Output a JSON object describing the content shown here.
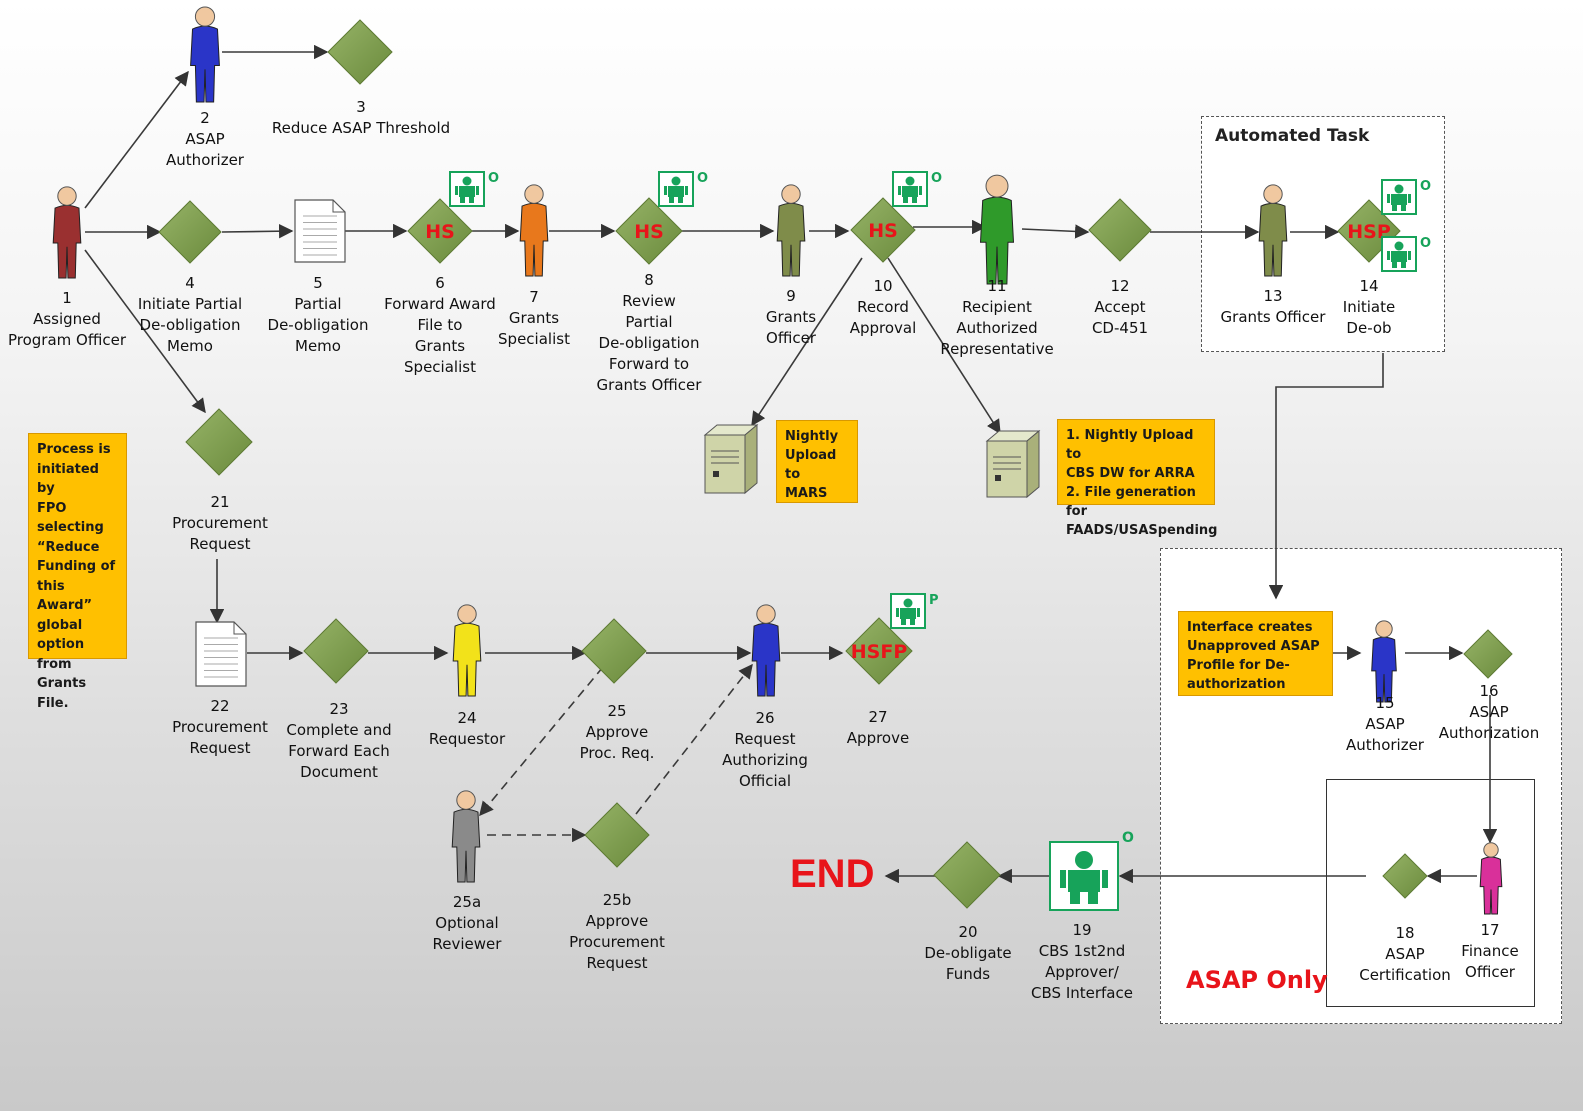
{
  "nodes": {
    "n1": {
      "num": "1",
      "lines": [
        "Assigned",
        "Program Officer"
      ]
    },
    "n2": {
      "num": "2",
      "lines": [
        "ASAP",
        "Authorizer"
      ]
    },
    "n3": {
      "num": "3",
      "lines": [
        "Reduce ASAP Threshold"
      ]
    },
    "n4": {
      "num": "4",
      "lines": [
        "Initiate Partial",
        "De-obligation",
        "Memo"
      ]
    },
    "n5": {
      "num": "5",
      "lines": [
        "Partial",
        "De-obligation",
        "Memo"
      ]
    },
    "n6": {
      "num": "6",
      "lines": [
        "Forward Award",
        "File to",
        "Grants",
        "Specialist"
      ],
      "tag": "HS",
      "badge": "O"
    },
    "n7": {
      "num": "7",
      "lines": [
        "Grants",
        "Specialist"
      ]
    },
    "n8": {
      "num": "8",
      "lines": [
        "Review",
        "Partial",
        "De-obligation",
        "Forward to",
        "Grants Officer"
      ],
      "tag": "HS",
      "badge": "O"
    },
    "n9": {
      "num": "9",
      "lines": [
        "Grants",
        "Officer"
      ]
    },
    "n10": {
      "num": "10",
      "lines": [
        "Record",
        "Approval"
      ],
      "tag": "HS",
      "badge": "O"
    },
    "n11": {
      "num": "11",
      "lines": [
        "Recipient",
        "Authorized",
        "Representative"
      ]
    },
    "n12": {
      "num": "12",
      "lines": [
        "Accept",
        "CD-451"
      ]
    },
    "n13": {
      "num": "13",
      "lines": [
        "Grants Officer"
      ]
    },
    "n14": {
      "num": "14",
      "lines": [
        "Initiate",
        "De-ob"
      ],
      "tag": "HSP",
      "badge": "O",
      "badge2": "O"
    },
    "n15": {
      "num": "15",
      "lines": [
        "ASAP",
        "Authorizer"
      ]
    },
    "n16": {
      "num": "16",
      "lines": [
        "ASAP",
        "Authorization"
      ]
    },
    "n17": {
      "num": "17",
      "lines": [
        "Finance",
        "Officer"
      ]
    },
    "n18": {
      "num": "18",
      "lines": [
        "ASAP",
        "Certification"
      ]
    },
    "n19": {
      "num": "19",
      "lines": [
        "CBS 1st2nd",
        "Approver/",
        "CBS Interface"
      ],
      "badge": "O"
    },
    "n20": {
      "num": "20",
      "lines": [
        "De-obligate",
        "Funds"
      ]
    },
    "n21": {
      "num": "21",
      "lines": [
        "Procurement",
        "Request"
      ]
    },
    "n22": {
      "num": "22",
      "lines": [
        "Procurement",
        "Request"
      ]
    },
    "n23": {
      "num": "23",
      "lines": [
        "Complete and",
        "Forward Each",
        "Document"
      ]
    },
    "n24": {
      "num": "24",
      "lines": [
        "Requestor"
      ]
    },
    "n25": {
      "num": "25",
      "lines": [
        "Approve",
        "Proc. Req."
      ]
    },
    "n25a": {
      "num": "25a",
      "lines": [
        "Optional",
        "Reviewer"
      ]
    },
    "n25b": {
      "num": "25b",
      "lines": [
        "Approve",
        "Procurement",
        "Request"
      ]
    },
    "n26": {
      "num": "26",
      "lines": [
        "Request",
        "Authorizing",
        "Official"
      ]
    },
    "n27": {
      "num": "27",
      "lines": [
        "Approve"
      ],
      "tag": "HSFP",
      "badge": "P"
    }
  },
  "notes": {
    "process": [
      "Process is",
      "initiated by",
      "FPO",
      "selecting",
      "“Reduce",
      "Funding of",
      "this Award”",
      "global",
      "option from",
      "Grants File."
    ],
    "mars": [
      "Nightly",
      "Upload to",
      "MARS"
    ],
    "cbs": [
      "1. Nightly Upload to",
      "CBS DW for ARRA",
      "2. File generation for",
      "FAADS/USASpending"
    ],
    "asap_interface": [
      "Interface creates",
      "Unapproved ASAP",
      "Profile for De-",
      "authorization"
    ]
  },
  "groups": {
    "automated_task": "Automated Task",
    "asap_only": "ASAP Only"
  },
  "end_label": "END",
  "colors": {
    "diamond": "#7e9e4e",
    "tag_red": "#e8141a",
    "note_orange": "#ffc000",
    "badge_green": "#17a35a",
    "person_maroon": "#9a3030",
    "person_blue": "#2a35c8",
    "person_orange": "#e8781c",
    "person_olive": "#7f8c4a",
    "person_green": "#2f9a2a",
    "person_yellow": "#f2e21a",
    "person_gray": "#8a8a8a",
    "person_pink": "#d9309a"
  }
}
